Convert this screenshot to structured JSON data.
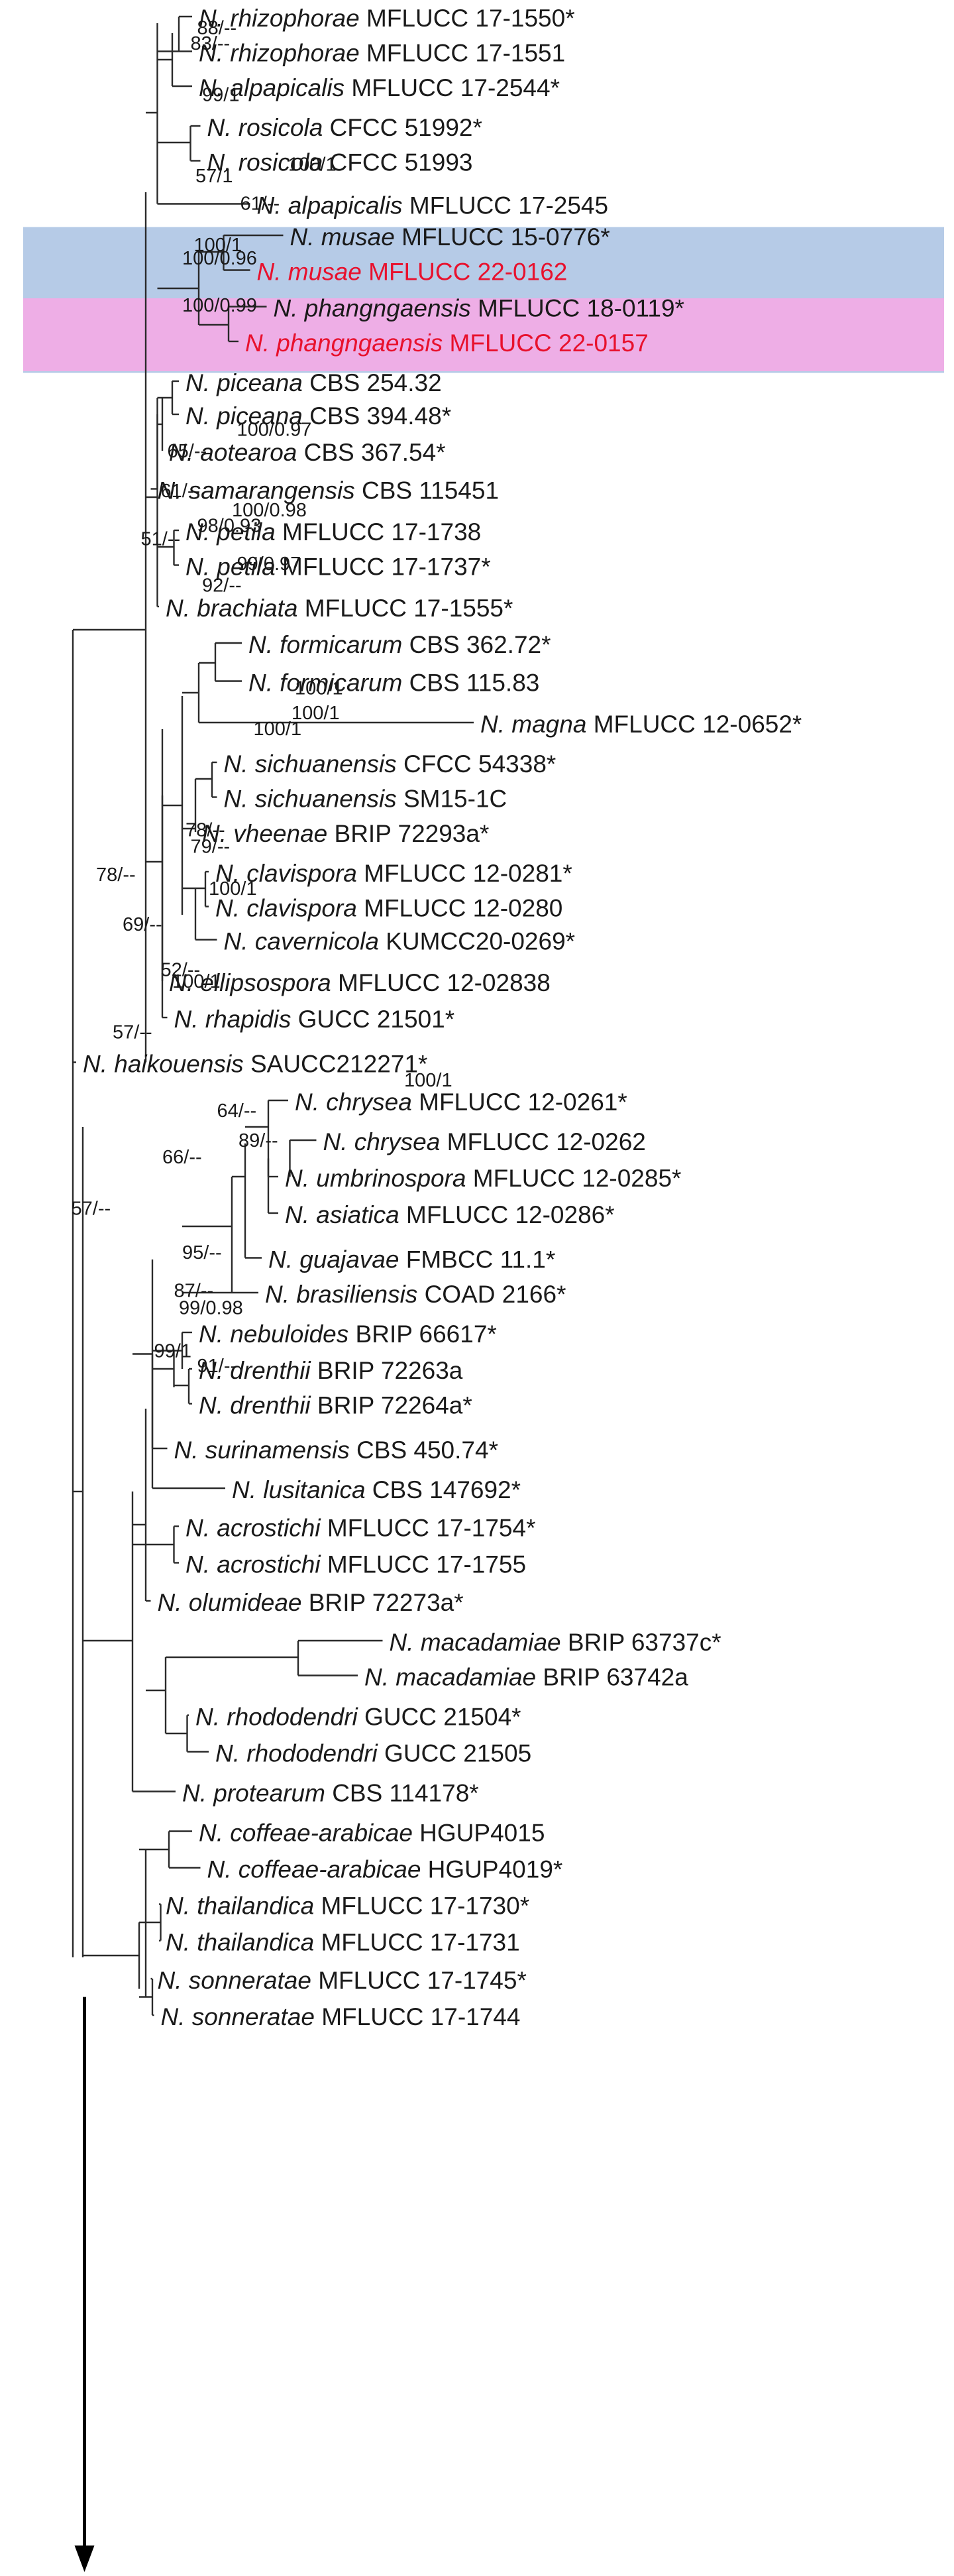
{
  "figure": {
    "highlight_colors": {
      "blue_band": "#b6cbe7",
      "pink_band": "#eeaee6",
      "new_isolate_text": "#e8112d"
    },
    "taxa": [
      {
        "species": "N. rhizophorae",
        "strain": "MFLUCC 17-1550*"
      },
      {
        "species": "N. rhizophorae",
        "strain": "MFLUCC 17-1551"
      },
      {
        "species": "N. alpapicalis",
        "strain": "MFLUCC 17-2544*"
      },
      {
        "species": "N. rosicola",
        "strain": "CFCC 51992*"
      },
      {
        "species": "N. rosicola",
        "strain": "CFCC 51993"
      },
      {
        "species": "N. alpapicalis",
        "strain": "MFLUCC 17-2545"
      },
      {
        "species": "N. musae",
        "strain": "MFLUCC 15-0776*"
      },
      {
        "species": "N. musae",
        "strain": "MFLUCC 22-0162",
        "new": true
      },
      {
        "species": "N. phangngaensis",
        "strain": "MFLUCC 18-0119*"
      },
      {
        "species": "N. phangngaensis",
        "strain": "MFLUCC 22-0157",
        "new": true
      },
      {
        "species": "N. piceana",
        "strain": "CBS 254.32"
      },
      {
        "species": "N. piceana",
        "strain": "CBS 394.48*"
      },
      {
        "species": "N. aotearoa",
        "strain": "CBS 367.54*"
      },
      {
        "species": "N. samarangensis",
        "strain": "CBS 115451"
      },
      {
        "species": "N. petila",
        "strain": "MFLUCC 17-1738"
      },
      {
        "species": "N. petila",
        "strain": "MFLUCC 17-1737*"
      },
      {
        "species": "N. brachiata",
        "strain": "MFLUCC 17-1555*"
      },
      {
        "species": "N. formicarum",
        "strain": "CBS 362.72*"
      },
      {
        "species": "N. formicarum",
        "strain": "CBS 115.83"
      },
      {
        "species": "N. magna",
        "strain": "MFLUCC 12-0652*"
      },
      {
        "species": "N. sichuanensis",
        "strain": "CFCC 54338*"
      },
      {
        "species": "N. sichuanensis",
        "strain": "SM15-1C"
      },
      {
        "species": "N. vheenae",
        "strain": "BRIP 72293a*"
      },
      {
        "species": "N. clavispora",
        "strain": "MFLUCC 12-0281*"
      },
      {
        "species": "N. clavispora",
        "strain": "MFLUCC 12-0280"
      },
      {
        "species": "N. cavernicola",
        "strain": "KUMCC20-0269*"
      },
      {
        "species": "N. ellipsospora",
        "strain": "MFLUCC 12-02838"
      },
      {
        "species": "N. rhapidis",
        "strain": "GUCC 21501*"
      },
      {
        "species": "N. haikouensis",
        "strain": "SAUCC212271*"
      },
      {
        "species": "N. chrysea",
        "strain": "MFLUCC 12-0261*"
      },
      {
        "species": "N. chrysea",
        "strain": "MFLUCC 12-0262"
      },
      {
        "species": "N. umbrinospora",
        "strain": "MFLUCC 12-0285*"
      },
      {
        "species": "N. asiatica",
        "strain": "MFLUCC 12-0286*"
      },
      {
        "species": "N. guajavae",
        "strain": "FMBCC 11.1*"
      },
      {
        "species": "N. brasiliensis",
        "strain": "COAD 2166*"
      },
      {
        "species": "N. nebuloides",
        "strain": "BRIP 66617*"
      },
      {
        "species": "N. drenthii",
        "strain": "BRIP 72263a"
      },
      {
        "species": "N. drenthii",
        "strain": "BRIP 72264a*"
      },
      {
        "species": "N. surinamensis",
        "strain": "CBS 450.74*"
      },
      {
        "species": "N. lusitanica",
        "strain": "CBS 147692*"
      },
      {
        "species": "N. acrostichi",
        "strain": "MFLUCC 17-1754*"
      },
      {
        "species": "N. acrostichi",
        "strain": "MFLUCC 17-1755"
      },
      {
        "species": "N. olumideae",
        "strain": "BRIP 72273a*"
      },
      {
        "species": "N. macadamiae",
        "strain": "BRIP 63737c*"
      },
      {
        "species": "N. macadamiae",
        "strain": "BRIP 63742a"
      },
      {
        "species": "N. rhododendri",
        "strain": "GUCC 21504*"
      },
      {
        "species": "N. rhododendri",
        "strain": "GUCC 21505"
      },
      {
        "species": "N. protearum",
        "strain": "CBS 114178*"
      },
      {
        "species": "N. coffeae-arabicae",
        "strain": "HGUP4015"
      },
      {
        "species": "N. coffeae-arabicae",
        "strain": "HGUP4019*"
      },
      {
        "species": "N. thailandica",
        "strain": "MFLUCC 17-1730*"
      },
      {
        "species": "N. thailandica",
        "strain": "MFLUCC 17-1731"
      },
      {
        "species": "N. sonneratae",
        "strain": "MFLUCC 17-1745*"
      },
      {
        "species": "N. sonneratae",
        "strain": "MFLUCC 17-1744"
      }
    ],
    "supports": [
      "88/--",
      "83/--",
      "99/1",
      "100/1",
      "57/1",
      "61/--",
      "100/1",
      "100/0.96",
      "100/0.99",
      "100/0.97",
      "65/--",
      "61/--",
      "100/0.98",
      "98/0.93",
      "51/--",
      "99/0.97",
      "92/--",
      "100/1",
      "100/1",
      "100/1",
      "78/--",
      "79/--",
      "100/1",
      "78/--",
      "69/--",
      "52/--",
      "100/1",
      "57/--",
      "100/1",
      "64/--",
      "89/--",
      "66/--",
      "57/--",
      "95/--",
      "87/--",
      "99/0.98",
      "99/1",
      "91/--"
    ]
  }
}
